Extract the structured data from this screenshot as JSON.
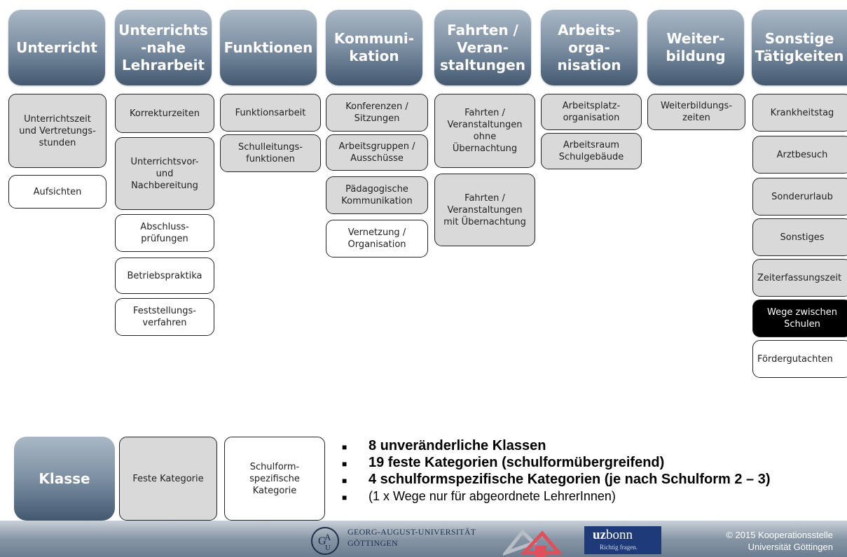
{
  "classes": [
    {
      "label": "Unterricht"
    },
    {
      "label": "Unterrichts\n-nahe\nLehrarbeit"
    },
    {
      "label": "Funktionen"
    },
    {
      "label": "Kommuni-\nkation"
    },
    {
      "label": "Fahrten /\nVeran-\nstaltungen"
    },
    {
      "label": "Arbeits-\norga-\nnisation"
    },
    {
      "label": "Weiter-\nbildung"
    },
    {
      "label": "Sonstige\nTätigkeiten"
    }
  ],
  "categories": {
    "unterricht": [
      "Unterrichtszeit\nund Vertretungs-\nstunden",
      "Aufsichten"
    ],
    "lehrarbeit": [
      "Korrekturzeiten",
      "Unterrichtsvor-\nund\nNachbereitung",
      "Abschluss-\nprüfungen",
      "Betriebspraktika",
      "Feststellungs-\nverfahren"
    ],
    "funktionen": [
      "Funktionsarbeit",
      "Schulleitungs-\nfunktionen"
    ],
    "kommunikation": [
      "Konferenzen /\nSitzungen",
      "Arbeitsgruppen /\nAusschüsse",
      "Pädagogische\nKommunikation",
      "Vernetzung /\nOrganisation"
    ],
    "fahrten": [
      "Fahrten /\nVeranstaltungen\nohne\nÜbernachtung",
      "Fahrten /\nVeranstaltungen\nmit Übernachtung"
    ],
    "arbeitsorganisation": [
      "Arbeitsplatz-\norganisation",
      "Arbeitsraum\nSchulgebäude"
    ],
    "weiterbildung": [
      "Weiterbildungs-\nzeiten"
    ],
    "sonstige": [
      "Krankheitstag",
      "Arztbesuch",
      "Sonderurlaub",
      "Sonstiges",
      "Zeiterfassungszeit",
      "Wege zwischen\nSchulen",
      "Fördergutachten"
    ]
  },
  "legend": {
    "klasse": "Klasse",
    "feste": "Feste Kategorie",
    "spezifisch": "Schulform-\nspezifische\nKategorie"
  },
  "bullets": [
    "8 unveränderliche Klassen",
    "19 feste Kategorien (schulformübergreifend)",
    "4 schulformspezifische Kategorien (je nach Schulform 2 – 3)",
    "(1 x Wege nur für abgeordnete LehrerInnen)"
  ],
  "bullet_marker": "■",
  "footer": {
    "university_line1": "GEORG-AUGUST-UNIVERSITÄT",
    "university_line2": "GÖTTINGEN",
    "uzbonn_bold": "uz",
    "uzbonn_rest": "bonn",
    "uzbonn_tagline": "Richtig fragen.",
    "copyright_line1": "© 2015 Kooperationsstelle",
    "copyright_line2": "Universität Göttingen"
  },
  "colors": {
    "header_gradient_top": "#aab8c6",
    "header_gradient_bottom": "#44586f",
    "fixed_category": "#d9d9d9",
    "specific_category": "#ffffff",
    "black_category": "#000000",
    "uzbonn_blue": "#1f3a78",
    "arrow_red": "#e0505a"
  }
}
